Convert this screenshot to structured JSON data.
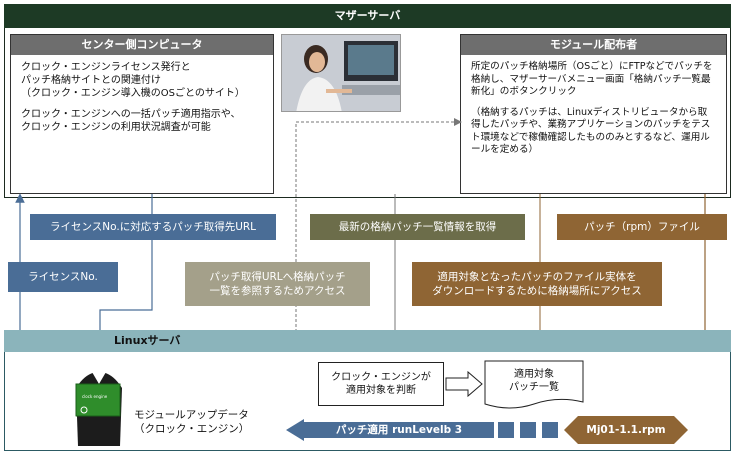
{
  "mother_server": {
    "title": "マザーサーバ"
  },
  "center_panel": {
    "title": "センター側コンピュータ",
    "paragraphs": [
      "クロック・エンジンライセンス発行と\nパッチ格納サイトとの関連付け\n（クロック・エンジン導入機のOSごとのサイト）",
      "クロック・エンジンへの一括パッチ適用指示や、\nクロック・エンジンの利用状況調査が可能"
    ]
  },
  "module_panel": {
    "title": "モジュール配布者",
    "paragraphs": [
      "所定のパッチ格納場所（OSごと）にFTPなどでパッチを格納し、マザーサーバメニュー画面「格納パッチ一覧最新化」のボタンクリック",
      "（格納するパッチは、Linuxディストリビュータから取得したパッチや、業務アプリケーションのパッチをテスト環境などで稼働確認したもののみとするなど、運用ルールを定める）"
    ]
  },
  "flows": {
    "license_url": "ライセンスNo.に対応するパッチ取得先URL",
    "latest_list": "最新の格納パッチ一覧情報を取得",
    "patch_file": "パッチ（rpm）ファイル",
    "license_no": "ライセンスNo.",
    "access_list": "パッチ取得URLへ格納パッチ\n一覧を参照するためアクセス",
    "access_download": "適用対象となったパッチのファイル実体を\nダウンロードするために格納場所にアクセス"
  },
  "linux_server": {
    "title": "Linuxサーバ",
    "updater_label": "モジュールアップデータ\n（クロック・エンジン）",
    "decide_box": "クロック・エンジンが\n適用対象を判断",
    "target_list": "適用対象\nパッチ一覧",
    "apply_label": "パッチ適用  runLevelb 3",
    "rpm_label": "Mj01-1.1.rpm"
  }
}
